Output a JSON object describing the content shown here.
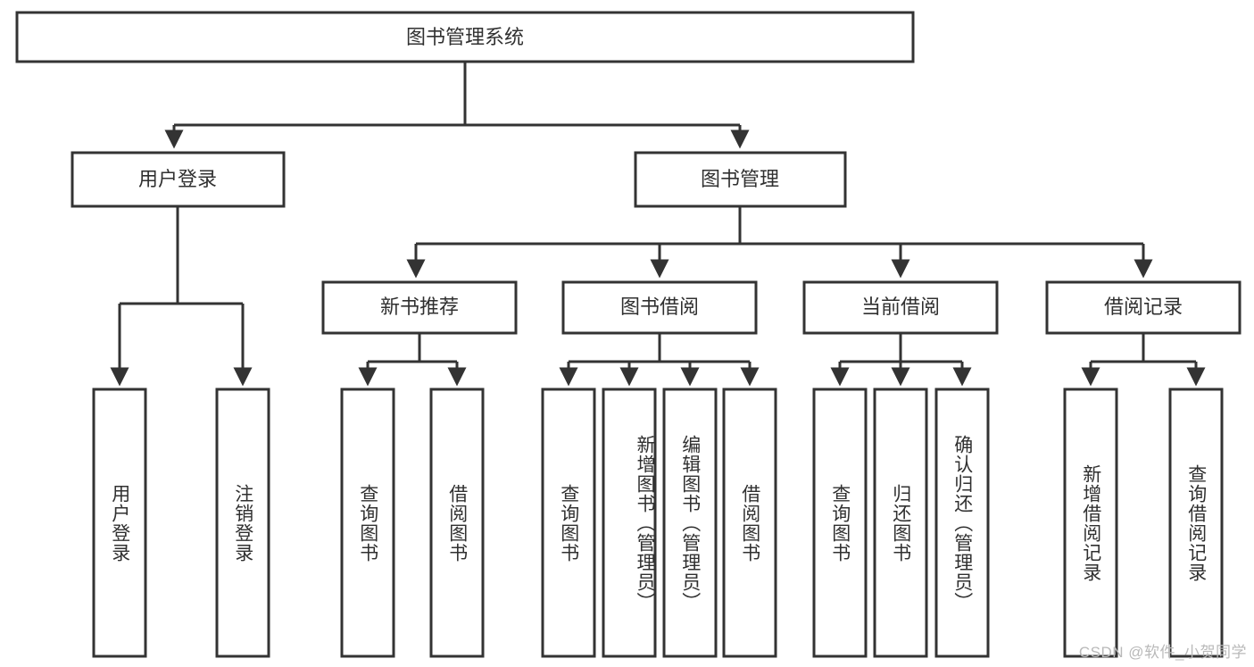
{
  "diagram": {
    "title": "图书管理系统",
    "type": "tree-hierarchy",
    "watermark": "CSDN @软件_小贺同学",
    "colors": {
      "background": "#ffffff",
      "box_stroke": "#333333",
      "text": "#303030",
      "watermark": "#b9b9b9"
    },
    "levels": {
      "root": {
        "label": "图书管理系统"
      },
      "level2": [
        {
          "label": "用户登录"
        },
        {
          "label": "图书管理"
        }
      ],
      "level3": [
        {
          "label": "新书推荐"
        },
        {
          "label": "图书借阅"
        },
        {
          "label": "当前借阅"
        },
        {
          "label": "借阅记录"
        }
      ],
      "leaves": {
        "用户登录": [
          "用户登录",
          "注销登录"
        ],
        "新书推荐": [
          "查询图书",
          "借阅图书"
        ],
        "图书借阅": [
          "查询图书",
          "新增图书（管理员）",
          "编辑图书（管理员）",
          "借阅图书"
        ],
        "当前借阅": [
          "查询图书",
          "归还图书",
          "确认归还（管理员）"
        ],
        "借阅记录": [
          "新增借阅记录",
          "查询借阅记录"
        ]
      }
    },
    "leaf_labels": {
      "user_login": "用户登录",
      "user_logout": "注销登录",
      "new_query_book": "查询图书",
      "new_borrow_book": "借阅图书",
      "lend_query_book": "查询图书",
      "lend_add_book": "新增图书（管理员）",
      "lend_edit_book": "编辑图书（管理员）",
      "lend_borrow_book": "借阅图书",
      "cur_query_book": "查询图书",
      "cur_return_book": "归还图书",
      "cur_confirm_return": "确认归还（管理员）",
      "rec_add_record": "新增借阅记录",
      "rec_query_record": "查询借阅记录"
    }
  }
}
